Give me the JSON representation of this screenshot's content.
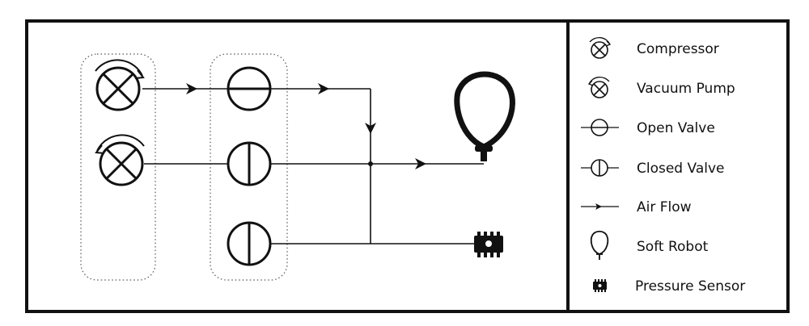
{
  "colors": {
    "stroke": "#111111",
    "background": "#ffffff"
  },
  "diagram": {
    "groups": [
      "pump-group",
      "valve-group"
    ],
    "components": [
      {
        "type": "compressor",
        "icon": "compressor-icon"
      },
      {
        "type": "vacuum-pump",
        "icon": "vacuum-pump-icon"
      },
      {
        "type": "open-valve",
        "icon": "open-valve-icon"
      },
      {
        "type": "closed-valve",
        "icon": "closed-valve-icon"
      },
      {
        "type": "closed-valve",
        "icon": "closed-valve-icon"
      },
      {
        "type": "soft-robot",
        "icon": "soft-robot-icon"
      },
      {
        "type": "pressure-sensor",
        "icon": "pressure-sensor-icon"
      }
    ]
  },
  "legend": {
    "items": [
      {
        "label": "Compressor",
        "icon": "compressor-icon"
      },
      {
        "label": "Vacuum Pump",
        "icon": "vacuum-pump-icon"
      },
      {
        "label": "Open Valve",
        "icon": "open-valve-icon"
      },
      {
        "label": "Closed Valve",
        "icon": "closed-valve-icon"
      },
      {
        "label": "Air Flow",
        "icon": "air-flow-icon"
      },
      {
        "label": "Soft Robot",
        "icon": "soft-robot-icon"
      },
      {
        "label": "Pressure Sensor",
        "icon": "pressure-sensor-icon"
      }
    ]
  }
}
